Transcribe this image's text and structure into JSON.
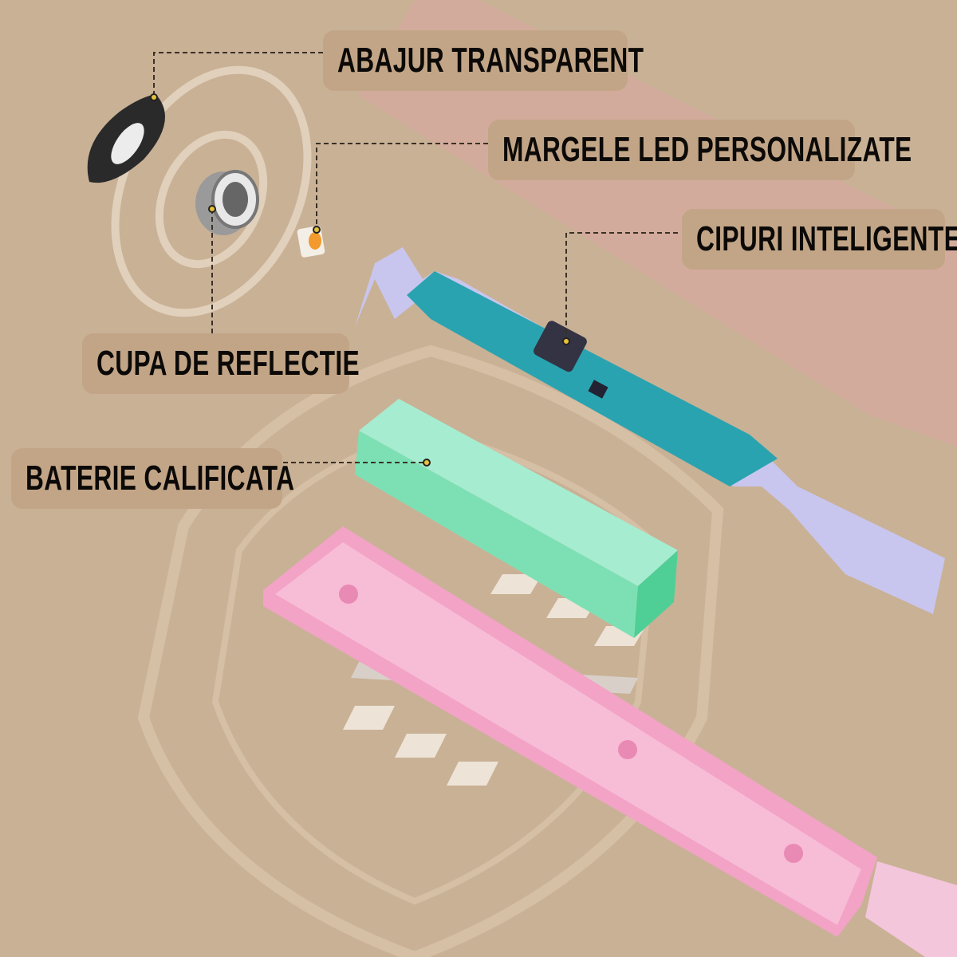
{
  "labels": {
    "shade": "ABAJUR TRANSPARENT",
    "led": "MARGELE LED PERSONALIZATE",
    "chips": "CIPURI INTELIGENTE",
    "cup": "CUPA DE REFLECTIE",
    "battery": "BATERIE CALIFICATA"
  },
  "colors": {
    "background": "#c9b196",
    "label_bg": "#c2a587",
    "pcb": "#2aa3b0",
    "battery": "#7de0b4",
    "housing": "#f2a3c6"
  }
}
